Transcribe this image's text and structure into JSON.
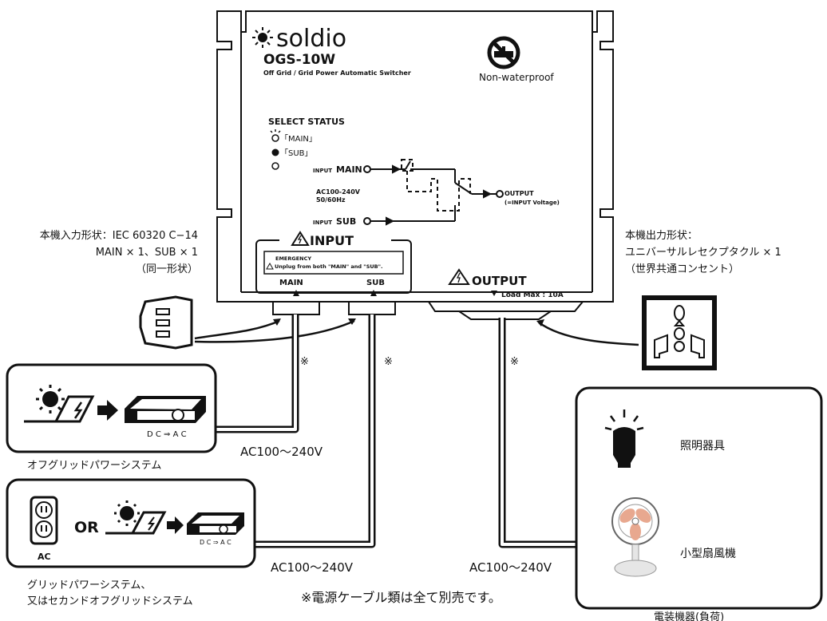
{
  "device": {
    "brand": "soldio",
    "model": "OGS-10W",
    "tagline": "Off Grid / Grid Power Automatic Switcher",
    "waterproof_label": "Non-waterproof",
    "select_status_title": "SELECT STATUS",
    "status_main": "「MAIN」",
    "status_sub": "「SUB」",
    "input_label": "INPUT",
    "input_prefix": "INPUT",
    "main_label": "MAIN",
    "sub_label": "SUB",
    "ac_spec_1": "AC100-240V",
    "ac_spec_2": "50/60Hz",
    "output_label": "OUTPUT",
    "output_sub_label": "(=INPUT Voltage)",
    "emergency_title": "EMERGENCY",
    "emergency_text": "Unplug from both \"MAIN\" and \"SUB\".",
    "port_main": "MAIN",
    "port_sub": "SUB",
    "output_panel_label": "OUTPUT",
    "load_max": "Load Max : 10A"
  },
  "annotations": {
    "input_shape_1": "本機入力形状：IEC 60320 C−14",
    "input_shape_2": "MAIN × 1、SUB × 1",
    "input_shape_3": "（同一形状）",
    "output_shape_1": "本機出力形状：",
    "output_shape_2": "ユニバーサルレセクプタクル × 1",
    "output_shape_3": "（世界共通コンセント）",
    "mark": "※",
    "ac_voltage": "AC100〜240V",
    "dc_ac": "D C ⇒ A C",
    "offgrid_caption": "オフグリッドパワーシステム",
    "grid_caption_1": "グリッドパワーシステム、",
    "grid_caption_2": "又はセカンドオフグリッドシステム",
    "or_label": "OR",
    "ac_label": "AC",
    "lighting_label": "照明器具",
    "fan_label": "小型扇風機",
    "load_caption": "電装機器(負荷)",
    "cable_note": "※電源ケーブル類は全て別売です。"
  }
}
